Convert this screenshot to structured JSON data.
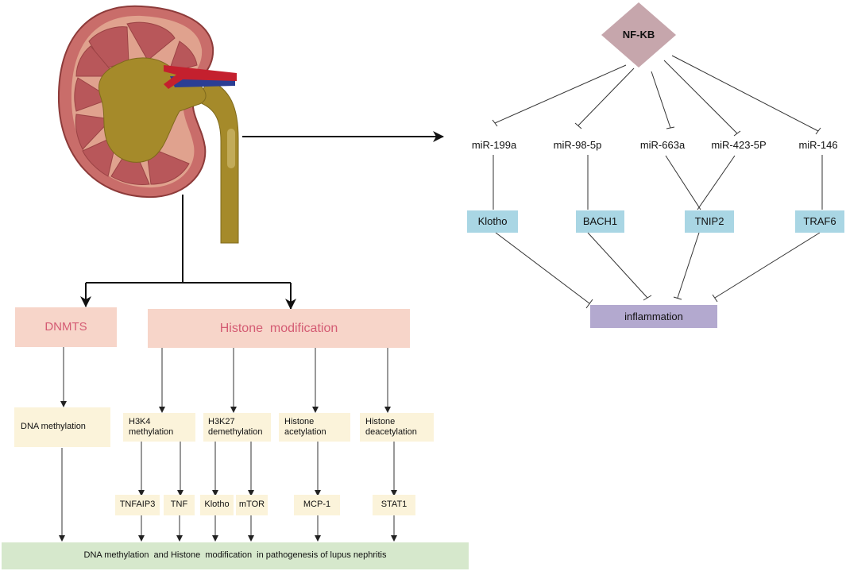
{
  "nfkb": {
    "label": "NF-KB"
  },
  "mirnas": [
    "miR-199a",
    "miR-98-5p",
    "miR-663a",
    "miR-423-5P",
    "miR-146"
  ],
  "targets": [
    "Klotho",
    "BACH1",
    "TNIP2",
    "TRAF6"
  ],
  "inflammation": {
    "label": "inflammation"
  },
  "categories": {
    "dnmts": "DNMTS",
    "histone": "Histone  modification"
  },
  "processes": {
    "dna_methylation": "DNA methylation",
    "h3k4": [
      "H3K4",
      "methylation"
    ],
    "h3k27": [
      "H3K27",
      "demethylation"
    ],
    "acetylation": [
      "Histone",
      "acetylation"
    ],
    "deacetylation": [
      "Histone",
      "deacetylation"
    ]
  },
  "genes": [
    "TNFAIP3",
    "TNF",
    "Klotho",
    "mTOR",
    "MCP-1",
    "STAT1"
  ],
  "footer": {
    "label": "DNA methylation  and Histone  modification  in pathogenesis of lupus nephritis"
  },
  "colors": {
    "nfkb": "#c6a6ac",
    "target": "#a9d6e4",
    "inflammation": "#b3a9cf",
    "category": "#f7d5c9",
    "category_text": "#d45b73",
    "process": "#fbf3da",
    "footer": "#d6e8cc"
  }
}
